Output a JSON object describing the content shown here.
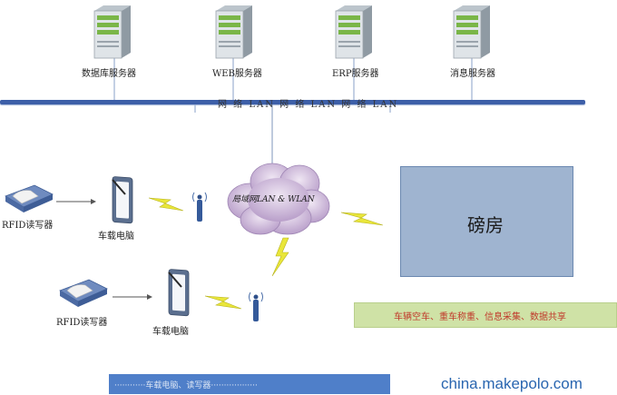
{
  "servers": [
    {
      "label": "数据库服务器"
    },
    {
      "label": "WEB服务器"
    },
    {
      "label": "ERP服务器"
    },
    {
      "label": "消息服务器"
    }
  ],
  "lan_label": "网 络 LAN  网 络 LAN  网 络 LAN",
  "cloud_label": "局域网LAN & WLAN",
  "weigh_room": "磅房",
  "clients": [
    {
      "reader_label": "RFID读写器",
      "computer_label": "车载电脑"
    },
    {
      "reader_label": "RFID读写器",
      "computer_label": "车载电脑"
    }
  ],
  "green_banner": "车辆空车、重车称重、信息采集、数据共享",
  "blue_banner": "············车载电脑、读写器··················",
  "watermark": "china.makepolo.com",
  "colors": {
    "network_bar": "#3d5fa8",
    "server_green": "#7ab648",
    "cloud": "#c8b2d4",
    "lightning": "#e9e63a",
    "weigh_room": "#9fb4d0",
    "green_banner": "#cfe2a6",
    "blue_banner": "#4f7fc9"
  }
}
